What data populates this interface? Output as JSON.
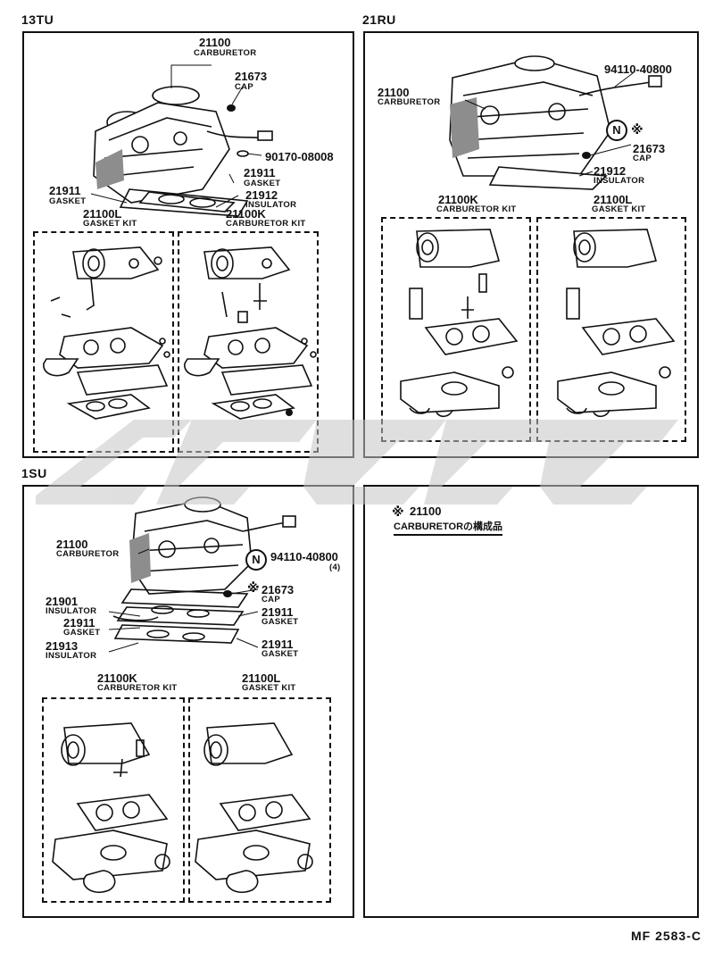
{
  "sections": {
    "s13tu": {
      "label": "13TU",
      "carburetor_code": "21100",
      "carburetor_desc": "CARBURETOR",
      "cap_code": "21673",
      "cap_desc": "CAP",
      "bolt_code": "90170-08008",
      "gasket_code": "21911",
      "gasket_desc": "GASKET",
      "gasket2_code": "21911",
      "gasket2_desc": "GASKET",
      "insulator_code": "21912",
      "insulator_desc": "INSULATOR",
      "kit_left_code": "21100L",
      "kit_left_desc": "GASKET KIT",
      "kit_right_code": "21100K",
      "kit_right_desc": "CARBURETOR KIT"
    },
    "s21ru": {
      "label": "21RU",
      "carburetor_code": "21100",
      "carburetor_desc": "CARBURETOR",
      "harness_code": "94110-40800",
      "cap_code": "21673",
      "cap_desc": "CAP",
      "insulator_code": "21912",
      "insulator_desc": "INSULATOR",
      "kit_left_code": "21100K",
      "kit_left_desc": "CARBURETOR KIT",
      "kit_right_code": "21100L",
      "kit_right_desc": "GASKET KIT",
      "badge": "N",
      "ref_mark": "※"
    },
    "s1su": {
      "label": "1SU",
      "carburetor_code": "21100",
      "carburetor_desc": "CARBURETOR",
      "harness_code": "94110-40800",
      "harness_qty": "(4)",
      "cap_code": "21673",
      "cap_desc": "CAP",
      "ref_mark": "※",
      "insulator_code": "21901",
      "insulator_desc": "INSULATOR",
      "gasket_code": "21911",
      "gasket_desc": "GASKET",
      "gasket_r1_code": "21911",
      "gasket_r1_desc": "GASKET",
      "gasket_r2_code": "21911",
      "gasket_r2_desc": "GASKET",
      "insulator2_code": "21913",
      "insulator2_desc": "INSULATOR",
      "kit_left_code": "21100K",
      "kit_left_desc": "CARBURETOR KIT",
      "kit_right_code": "21100L",
      "kit_right_desc": "GASKET KIT",
      "badge": "N"
    },
    "note": {
      "mark": "※",
      "code": "21100",
      "desc": "CARBURETORの構成品"
    }
  },
  "footer": "MF  2583-C"
}
